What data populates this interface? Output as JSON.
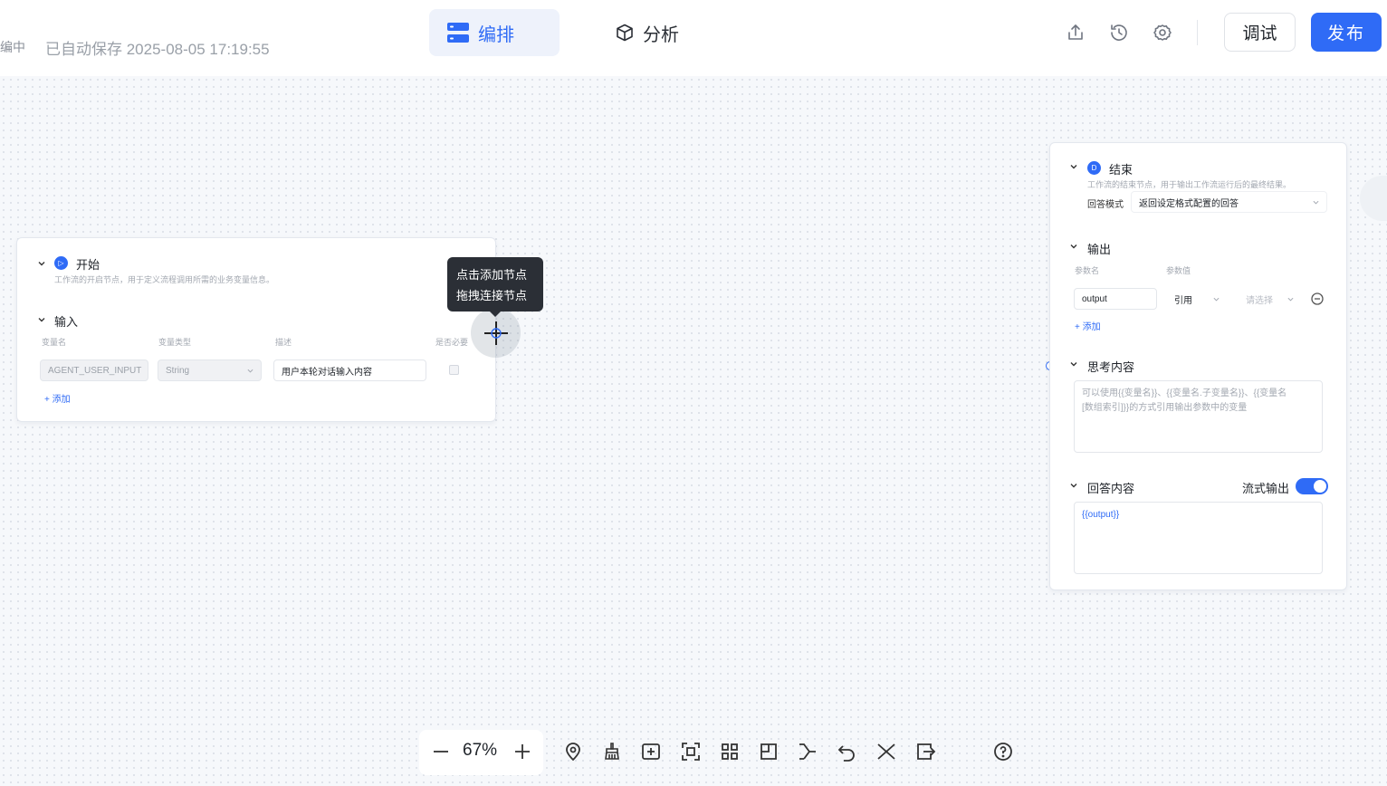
{
  "header": {
    "status_editing": "编中",
    "autosave": "已自动保存 2025-08-05 17:19:55",
    "tab_orchestrate": "编排",
    "tab_analyze": "分析",
    "btn_debug": "调试",
    "btn_publish": "发布",
    "icons": [
      "upload-icon",
      "history-icon",
      "settings-icon"
    ]
  },
  "start_node": {
    "title": "开始",
    "badge": "▷",
    "desc": "工作流的开启节点，用于定义流程调用所需的业务变量信息。",
    "input_section": "输入",
    "columns": [
      "变量名",
      "变量类型",
      "描述",
      "是否必要"
    ],
    "row": {
      "name": "AGENT_USER_INPUT",
      "type": "String",
      "desc": "用户本轮对话输入内容"
    },
    "add": "添加"
  },
  "tooltip": {
    "line1": "点击添加节点",
    "line2": "拖拽连接节点"
  },
  "end_node": {
    "title": "结束",
    "badge": "D",
    "desc": "工作流的结束节点，用于输出工作流运行后的最终结果。",
    "answer_mode_label": "回答模式",
    "answer_mode_value": "返回设定格式配置的回答",
    "output_section": "输出",
    "columns": [
      "参数名",
      "参数值"
    ],
    "output_row": {
      "name": "output",
      "ref": "引用",
      "select_placeholder": "请选择"
    },
    "add": "添加",
    "thinking_section": "思考内容",
    "thinking_placeholder_1": "可以使用{{变量名}}、{{变量名.子变量名}}、{{变量名",
    "thinking_placeholder_2": "[数组索引]}}的方式引用输出参数中的变量",
    "answer_section": "回答内容",
    "stream_label": "流式输出",
    "stream_on": true,
    "answer_value": "{{output}}"
  },
  "toolbar": {
    "zoom": "67%",
    "icons": [
      "zoom-out-icon",
      "zoom-in-icon",
      "locate-icon",
      "clean-icon",
      "add-node-icon",
      "fit-view-icon",
      "layout-icon",
      "minimap-icon",
      "connector-icon",
      "undo-icon",
      "collapse-icon",
      "export-icon",
      "help-icon"
    ]
  },
  "colors": {
    "accent": "#2f6bf6",
    "tooltip_bg": "#2b2f36",
    "canvas_bg": "#f6f8fb"
  }
}
